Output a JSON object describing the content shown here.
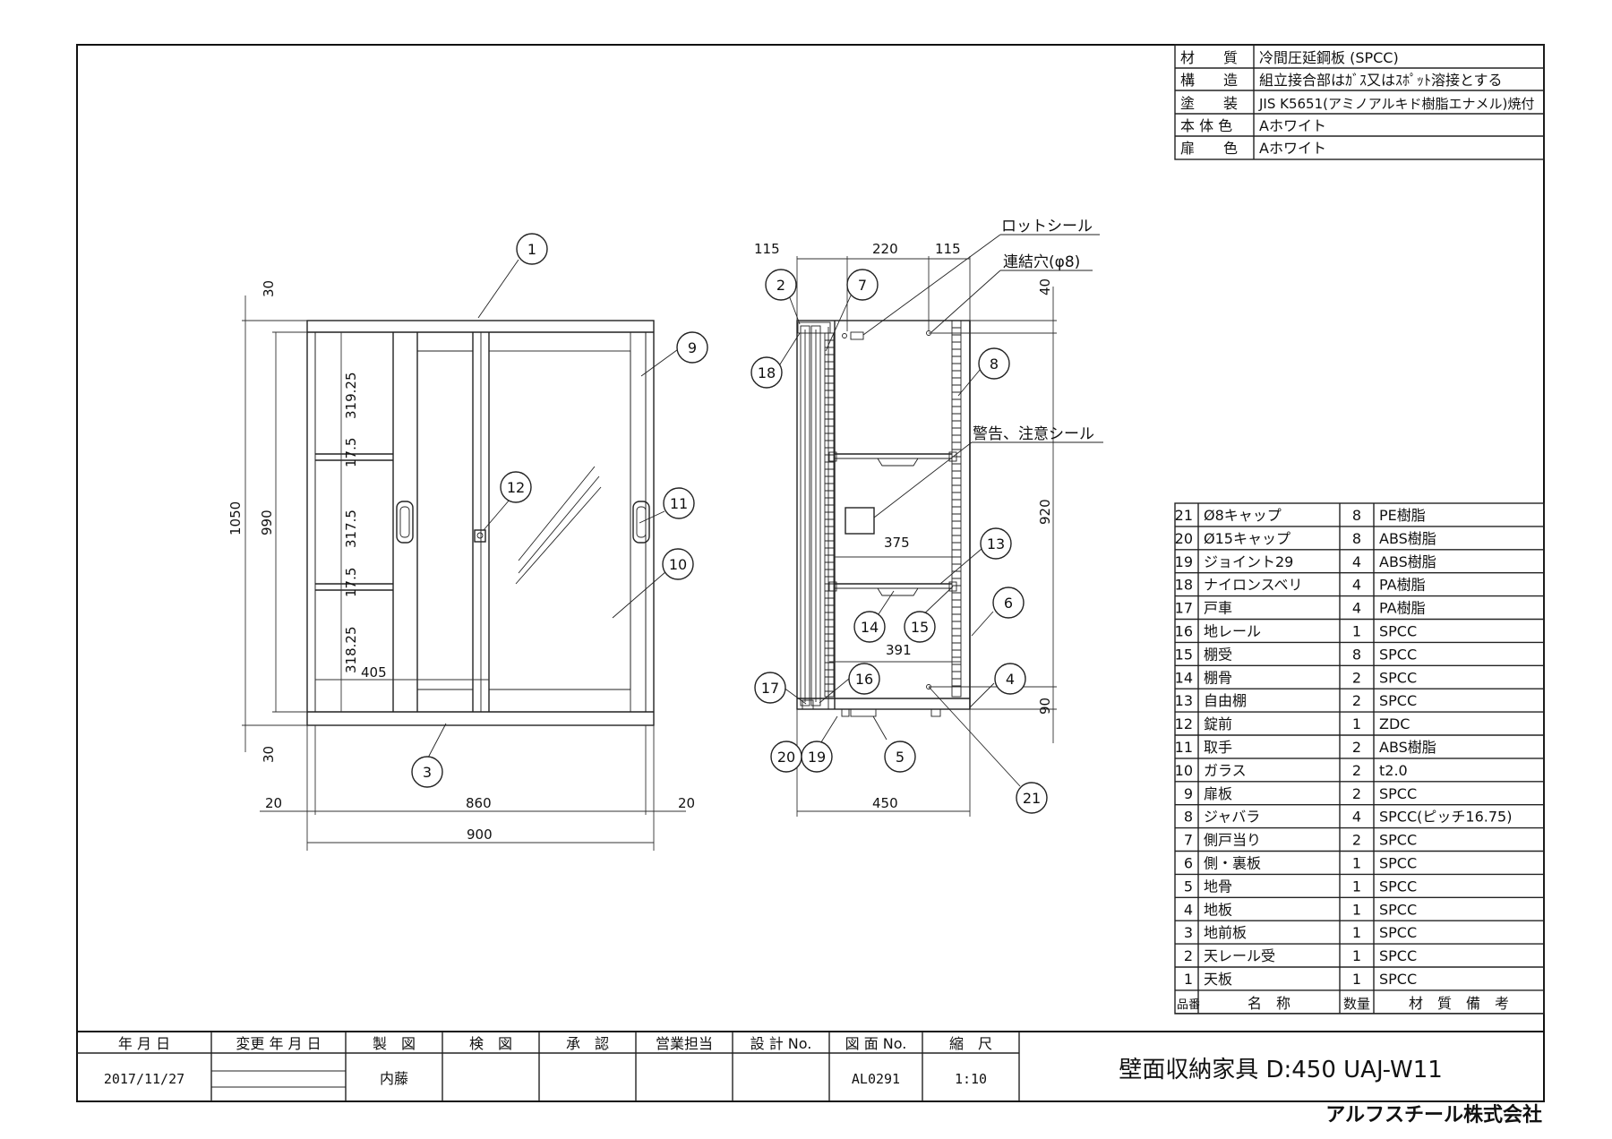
{
  "spec_table": [
    {
      "label": "材　　質",
      "value": "冷間圧延鋼板 (SPCC)"
    },
    {
      "label": "構　　造",
      "value": "組立接合部はｶﾞｽ又はｽﾎﾟｯﾄ溶接とする"
    },
    {
      "label": "塗　　装",
      "value": "JIS K5651(アミノアルキド樹脂エナメル)焼付"
    },
    {
      "label": "本 体 色",
      "value": "Aホワイト"
    },
    {
      "label": "扉　　色",
      "value": "Aホワイト"
    }
  ],
  "front_view": {
    "dims": {
      "top": "30",
      "bottom": "30",
      "overall_h": "1050",
      "inner_h": "990",
      "s1": "319.25",
      "s2": "17.5",
      "s3": "317.5",
      "s4": "17.5",
      "s5": "318.25",
      "w405": "405",
      "left": "20",
      "inner_w": "860",
      "right": "20",
      "overall_w": "900"
    },
    "balloons": [
      "1",
      "9",
      "12",
      "11",
      "10",
      "3"
    ]
  },
  "side_view": {
    "dims": {
      "d115a": "115",
      "d220": "220",
      "d115b": "115",
      "d40": "40",
      "d920": "920",
      "d90": "90",
      "d375": "375",
      "d391": "391",
      "d450": "450"
    },
    "callouts": {
      "rot": "ロットシール",
      "hole": "連結穴(φ8)",
      "warn": "警告、注意シール"
    },
    "balloons": [
      "2",
      "7",
      "18",
      "8",
      "13",
      "6",
      "14",
      "15",
      "17",
      "16",
      "4",
      "20",
      "19",
      "5",
      "21"
    ]
  },
  "parts_list": {
    "headers": [
      "品番",
      "名　称",
      "数量",
      "材　質　備　考"
    ],
    "rows": [
      {
        "no": "21",
        "name": "Ø8キャップ",
        "qty": "8",
        "mat": "PE樹脂"
      },
      {
        "no": "20",
        "name": "Ø15キャップ",
        "qty": "8",
        "mat": "ABS樹脂"
      },
      {
        "no": "19",
        "name": "ジョイント29",
        "qty": "4",
        "mat": "ABS樹脂"
      },
      {
        "no": "18",
        "name": "ナイロンスベリ",
        "qty": "4",
        "mat": "PA樹脂"
      },
      {
        "no": "17",
        "name": "戸車",
        "qty": "4",
        "mat": "PA樹脂"
      },
      {
        "no": "16",
        "name": "地レール",
        "qty": "1",
        "mat": "SPCC"
      },
      {
        "no": "15",
        "name": "棚受",
        "qty": "8",
        "mat": "SPCC"
      },
      {
        "no": "14",
        "name": "棚骨",
        "qty": "2",
        "mat": "SPCC"
      },
      {
        "no": "13",
        "name": "自由棚",
        "qty": "2",
        "mat": "SPCC"
      },
      {
        "no": "12",
        "name": "錠前",
        "qty": "1",
        "mat": "ZDC"
      },
      {
        "no": "11",
        "name": "取手",
        "qty": "2",
        "mat": "ABS樹脂"
      },
      {
        "no": "10",
        "name": "ガラス",
        "qty": "2",
        "mat": "t2.0"
      },
      {
        "no": "9",
        "name": "扉板",
        "qty": "2",
        "mat": "SPCC"
      },
      {
        "no": "8",
        "name": "ジャバラ",
        "qty": "4",
        "mat": "SPCC(ピッチ16.75)"
      },
      {
        "no": "7",
        "name": "側戸当り",
        "qty": "2",
        "mat": "SPCC"
      },
      {
        "no": "6",
        "name": "側・裏板",
        "qty": "1",
        "mat": "SPCC"
      },
      {
        "no": "5",
        "name": "地骨",
        "qty": "1",
        "mat": "SPCC"
      },
      {
        "no": "4",
        "name": "地板",
        "qty": "1",
        "mat": "SPCC"
      },
      {
        "no": "3",
        "name": "地前板",
        "qty": "1",
        "mat": "SPCC"
      },
      {
        "no": "2",
        "name": "天レール受",
        "qty": "1",
        "mat": "SPCC"
      },
      {
        "no": "1",
        "name": "天板",
        "qty": "1",
        "mat": "SPCC"
      }
    ]
  },
  "title_block": {
    "h_date": "年 月 日",
    "date": "2017/11/27",
    "h_change": "変更 年 月 日",
    "h_draw": "製　図",
    "drawer": "内藤",
    "h_check": "検　図",
    "h_approve": "承　認",
    "h_sales": "営業担当",
    "h_design": "設 計 No.",
    "h_dwg": "図 面 No.",
    "dwg_no": "AL0291",
    "h_scale": "縮　尺",
    "scale": "1:10",
    "title": "壁面収納家具 D:450 UAJ-W11"
  },
  "company": "アルフスチール株式会社"
}
